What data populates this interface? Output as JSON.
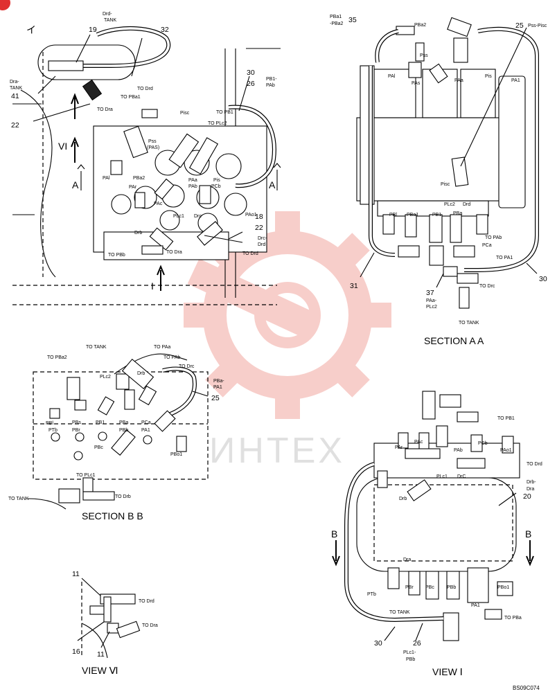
{
  "views": {
    "top_left": {
      "labels": [
        "イ",
        "Drd-",
        "TANK",
        "19",
        "32",
        "Dra-",
        "TANK",
        "41",
        "TO Drd",
        "22",
        "TO Dra",
        "TO PBa1",
        "Pisc",
        "TO PB1",
        "TO PLc2",
        "30",
        "26",
        "PB1-",
        "PAb",
        "VI",
        "A",
        "A",
        "Pss",
        "(PAS)",
        "PAl",
        "PBa2",
        "PAr",
        "PAa",
        "PAb",
        "PAc",
        "Pis",
        "PCb",
        "PAo1",
        "18",
        "22",
        "Drc-",
        "Drd",
        "PLc1",
        "Drc",
        "Drb",
        "TO PBb",
        "TO Dra",
        "TO Drd",
        "I"
      ]
    },
    "section_aa": {
      "title": "SECTION A A",
      "labels": [
        "PBa1",
        "-PBa2",
        "35",
        "PBa2",
        "25",
        "Pss-Pisc",
        "Pss",
        "PAl",
        "PAs",
        "PAa",
        "Pis",
        "PA1",
        "Pisc",
        "PBl",
        "PBa1",
        "PB1",
        "PLc2",
        "PBa",
        "Drd",
        "TO PAb",
        "PCa",
        "TO PA1",
        "31",
        "30",
        "37",
        "PAa-",
        "PLc2",
        "TO Drc",
        "TO TANK"
      ]
    },
    "section_bb": {
      "title": "SECTION B B",
      "labels": [
        "TO TANK",
        "TO PAa",
        "TO PBa2",
        "TO PAb",
        "PLc2",
        "Drb",
        "TO Drc",
        "PBa-",
        "PA1",
        "25",
        "PBl",
        "PBs",
        "PB1",
        "PBa",
        "PCa",
        "PTb",
        "PBr",
        "PBb",
        "PA1",
        "PBc",
        "PBo1",
        "TO PLc1",
        "TO TANK",
        "TO Drb"
      ]
    },
    "view_vi": {
      "title": "VIEW Ⅵ",
      "labels": [
        "11",
        "TO Drd",
        "TO Dra",
        "16",
        "11"
      ]
    },
    "view_i": {
      "title": "VIEW Ⅰ",
      "labels": [
        "TO PB1",
        "PAc",
        "PAr",
        "PAb",
        "PCb",
        "PAo1",
        "TO Drd",
        "PLc1",
        "DrC",
        "Drb-",
        "Dra",
        "20",
        "Drb",
        "B",
        "B",
        "Dra",
        "PTb",
        "PBr",
        "PBc",
        "PBb",
        "PBo1",
        "PA1",
        "TO TANK",
        "TO PBa",
        "30",
        "26",
        "PLc1-",
        "PBb"
      ]
    }
  },
  "watermark": "ИНТЕХ",
  "doc_code": "BS09C074",
  "colors": {
    "watermark": "#f2a7a0",
    "line": "#000000"
  }
}
